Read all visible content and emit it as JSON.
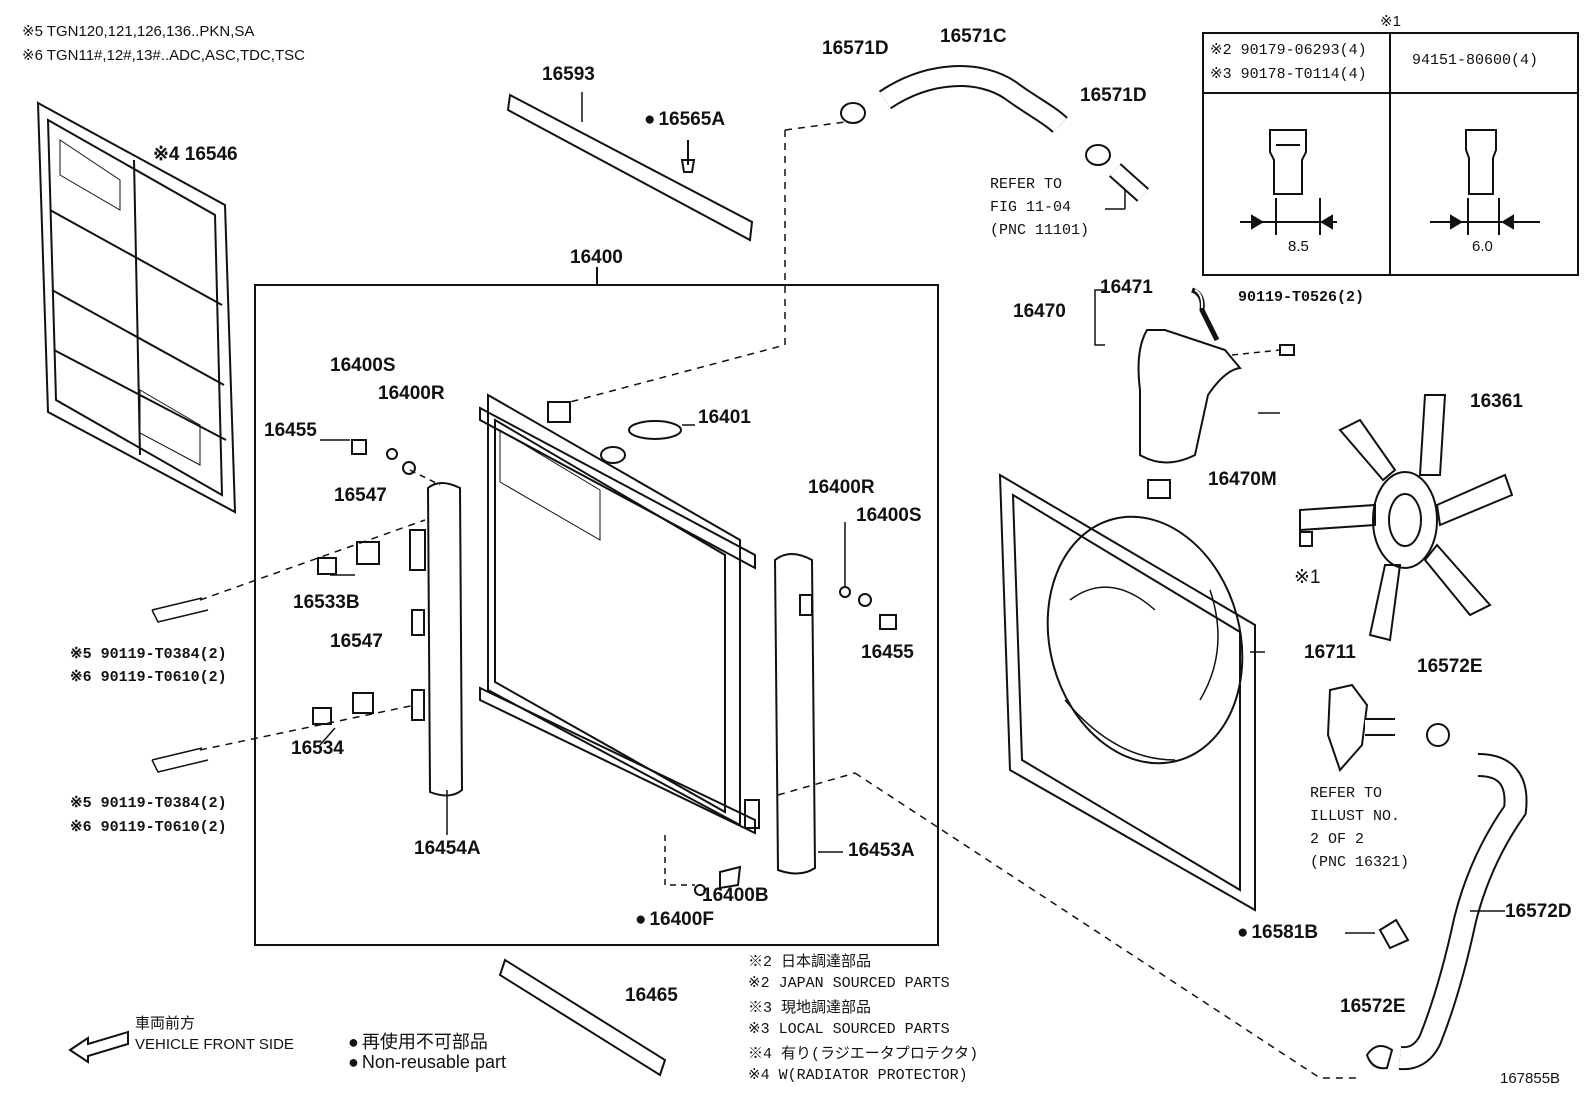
{
  "header_notes": [
    "※5 TGN120,121,126,136..PKN,SA",
    "※6 TGN11#,12#,13#..ADC,ASC,TDC,TSC"
  ],
  "parts": {
    "p16571D_a": "16571D",
    "p16571C": "16571C",
    "p16571D_b": "16571D",
    "p16593": "16593",
    "p16565A": "16565A",
    "p16546": "※4 16546",
    "p16400": "16400",
    "p16400S_a": "16400S",
    "p16400R_a": "16400R",
    "p16455_a": "16455",
    "p16401": "16401",
    "p16547_a": "16547",
    "p16533B": "16533B",
    "p16547_b": "16547",
    "p16534": "16534",
    "p16454A": "16454A",
    "p16400R_b": "16400R",
    "p16400S_b": "16400S",
    "p16455_b": "16455",
    "p16453A": "16453A",
    "p16400B": "16400B",
    "p16400F": "16400F",
    "p16465": "16465",
    "p16470": "16470",
    "p16471": "16471",
    "p90119_T0526": "90119-T0526(2)",
    "p16361": "16361",
    "p16470M": "16470M",
    "p_star1": "※1",
    "p16711": "16711",
    "p16572E_a": "16572E",
    "p16572D": "16572D",
    "p16581B": "16581B",
    "p16572E_b": "16572E"
  },
  "bolt_refs_1": [
    "※5 90119-T0384(2)",
    "※6 90119-T0610(2)"
  ],
  "bolt_refs_2": [
    "※5 90119-T0384(2)",
    "※6 90119-T0610(2)"
  ],
  "refer_fig": [
    "REFER TO",
    "FIG 11-04",
    "(PNC 11101)"
  ],
  "refer_illust": [
    "REFER TO",
    "ILLUST NO.",
    "2 OF 2",
    "(PNC 16321)"
  ],
  "nut_table": {
    "title": "※1",
    "left_head": [
      "※2 90179-06293(4)",
      "※3 90178-T0114(4)"
    ],
    "right_head": "94151-80600(4)",
    "left_dim": "8.5",
    "right_dim": "6.0"
  },
  "legend": {
    "arrow_jp": "車両前方",
    "arrow_en": "VEHICLE FRONT SIDE",
    "nonreuse_jp": "再使用不可部品",
    "nonreuse_en": "Non-reusable part"
  },
  "footnotes": [
    "※2 日本調達部品",
    "※2 JAPAN SOURCED PARTS",
    "※3 現地調達部品",
    "※3 LOCAL SOURCED PARTS",
    "※4 有り(ラジエータプロテクタ)",
    "※4 W(RADIATOR PROTECTOR)"
  ],
  "figure_id": "167855B",
  "colors": {
    "line": "#111111",
    "paper": "#ffffff"
  }
}
